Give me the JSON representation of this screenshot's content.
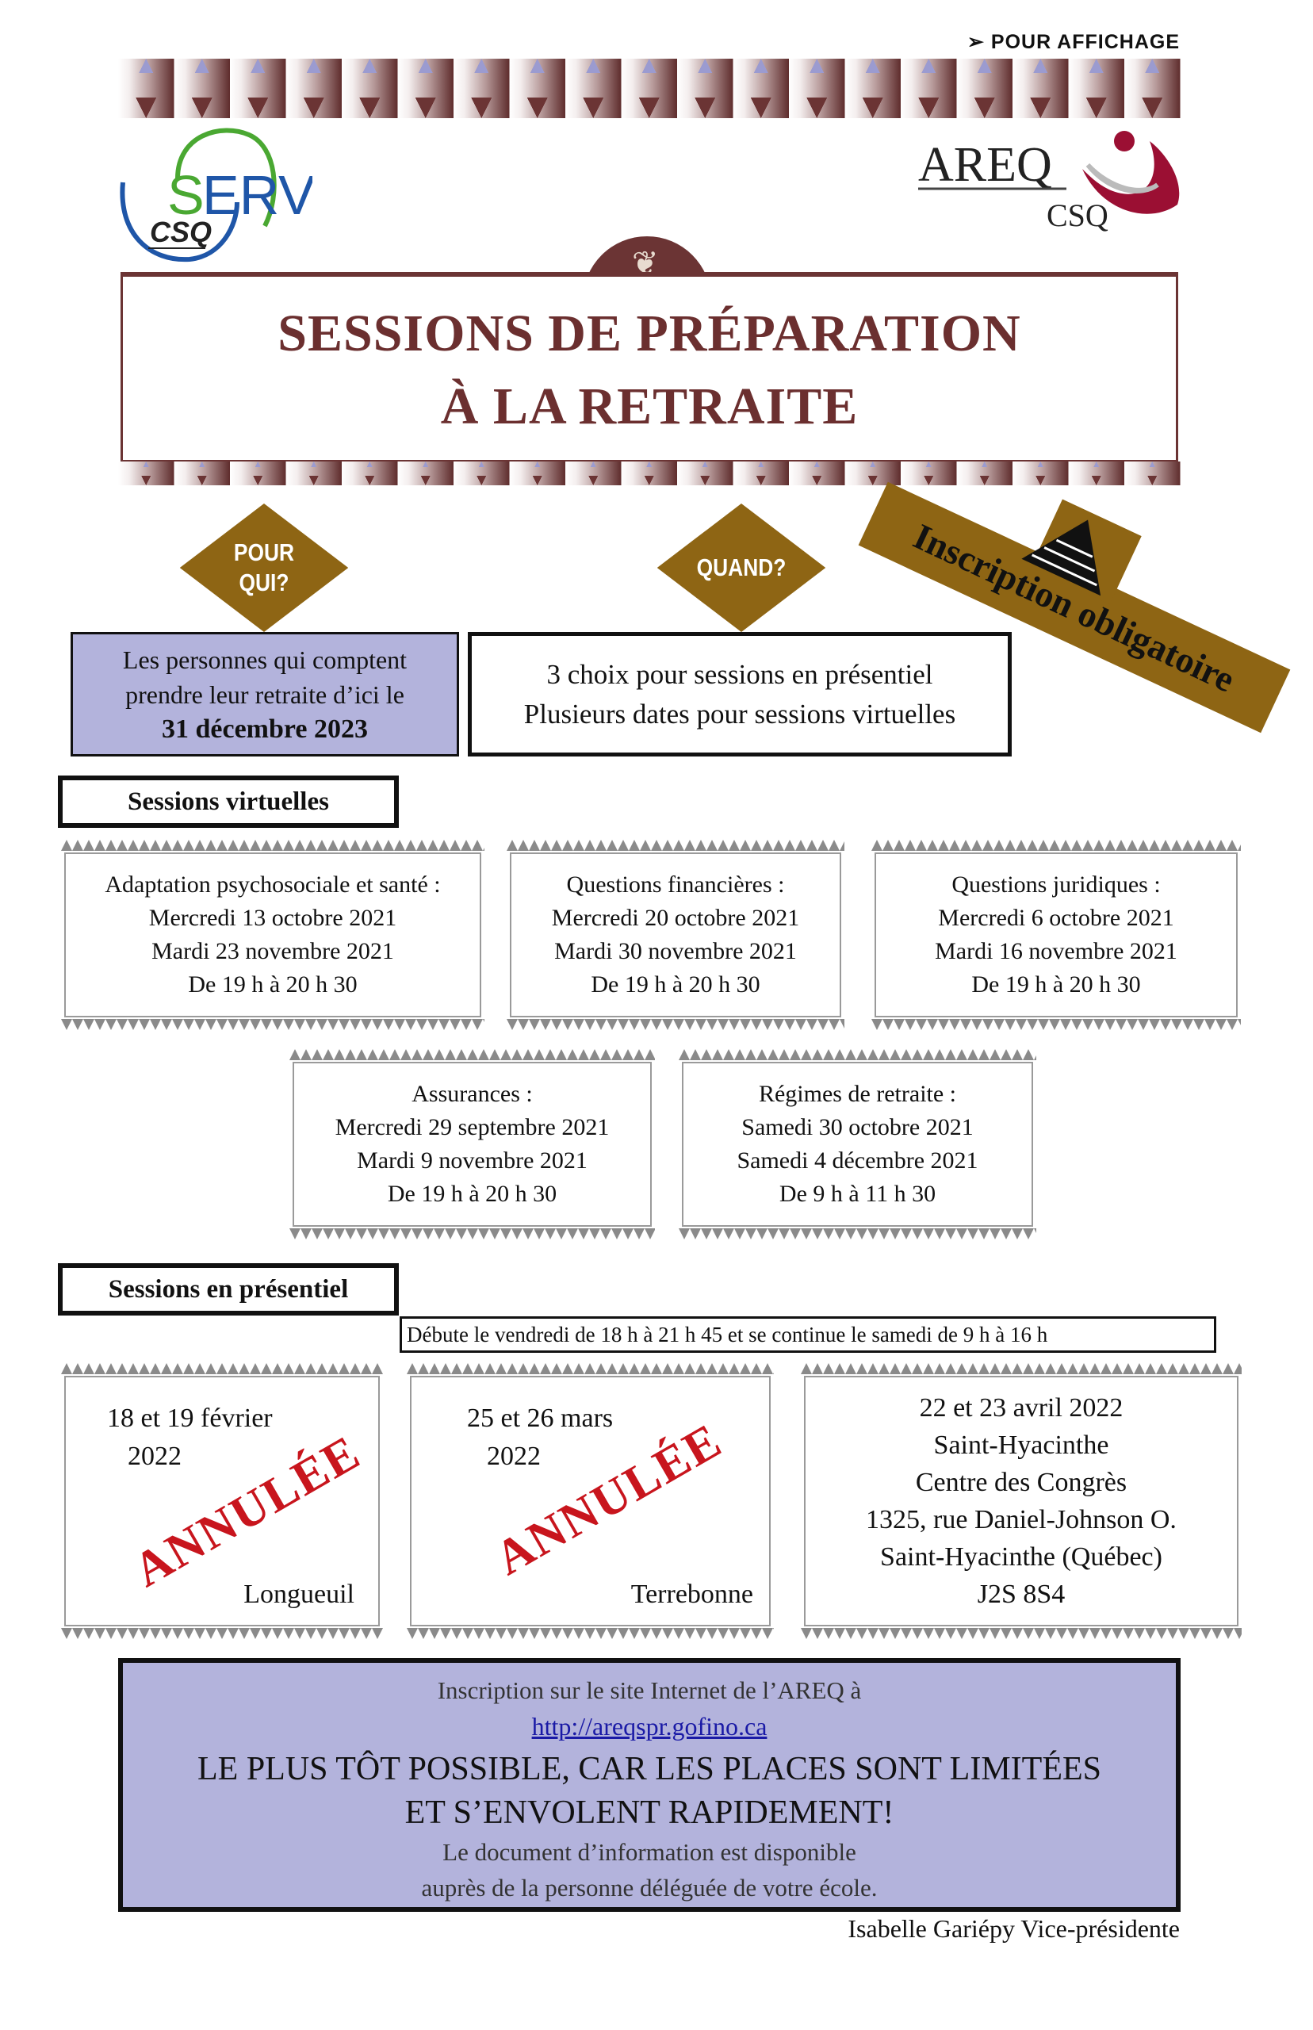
{
  "header": {
    "posting_label": "➢ POUR AFFICHAGE"
  },
  "logos": {
    "serv": {
      "main": "SERV",
      "sub": "CSQ",
      "colors": {
        "green": "#4aa832",
        "blue": "#1f56a8"
      }
    },
    "areq": {
      "main": "AREQ",
      "sub": "CSQ",
      "color": "#9b0f33"
    }
  },
  "title": {
    "line1": "SESSIONS DE PRÉPARATION",
    "line2": "À LA RETRAITE",
    "color": "#6b2f2f"
  },
  "who": {
    "diamond_line1": "POUR",
    "diamond_line2": "QUI?",
    "line1": "Les personnes qui comptent",
    "line2": "prendre leur retraite d’ici le",
    "date": "31 décembre 2023"
  },
  "when": {
    "diamond": "QUAND?",
    "line1": "3 choix pour sessions en présentiel",
    "line2": "Plusieurs dates pour sessions virtuelles"
  },
  "banner": {
    "text": "Inscription obligatoire",
    "icon": "pyramid-icon"
  },
  "virtual": {
    "label": "Sessions virtuelles",
    "sessions": [
      {
        "topic": "Adaptation psychosociale et santé :",
        "date1": "Mercredi 13 octobre 2021",
        "date2": "Mardi 23 novembre 2021",
        "time": "De 19 h à 20 h 30"
      },
      {
        "topic": "Questions financières :",
        "date1": "Mercredi 20 octobre 2021",
        "date2": "Mardi 30 novembre 2021",
        "time": "De 19 h à 20 h 30"
      },
      {
        "topic": "Questions juridiques :",
        "date1": "Mercredi 6 octobre 2021",
        "date2": "Mardi 16 novembre 2021",
        "time": "De 19 h à 20 h 30"
      },
      {
        "topic": "Assurances :",
        "date1": "Mercredi 29 septembre 2021",
        "date2": "Mardi 9 novembre 2021",
        "time": "De 19 h à 20 h 30"
      },
      {
        "topic": "Régimes de retraite :",
        "date1": "Samedi 30 octobre 2021",
        "date2": "Samedi 4 décembre 2021",
        "time": "De 9 h à 11 h 30"
      }
    ]
  },
  "in_person": {
    "label": "Sessions en présentiel",
    "schedule": "Débute le vendredi de 18 h à 21 h 45 et se continue le samedi de 9 h à 16 h",
    "cancelled_label": "ANNULÉE",
    "sessions": [
      {
        "dates": "18 et 19 février",
        "year": "2022",
        "city": "Longueuil"
      },
      {
        "dates": "25 et 26 mars",
        "year": "2022",
        "city": "Terrebonne"
      },
      {
        "dates": "22 et 23 avril 2022",
        "city": "Saint-Hyacinthe",
        "venue": "Centre des Congrès",
        "street": "1325, rue Daniel-Johnson O.",
        "city_prov": "Saint-Hyacinthe (Québec)",
        "postal": "J2S 8S4"
      }
    ]
  },
  "footer": {
    "line1": "Inscription sur le site Internet de l’AREQ à",
    "url": "http://areqspr.gofino.ca",
    "urgent1": "LE PLUS TÔT POSSIBLE, CAR LES PLACES SONT LIMITÉES",
    "urgent2": "ET S’ENVOLENT RAPIDEMENT!",
    "info1": "Le document d’information est disponible",
    "info2": "auprès de la personne déléguée de votre école.",
    "signature": "Isabelle Gariépy Vice-présidente"
  }
}
